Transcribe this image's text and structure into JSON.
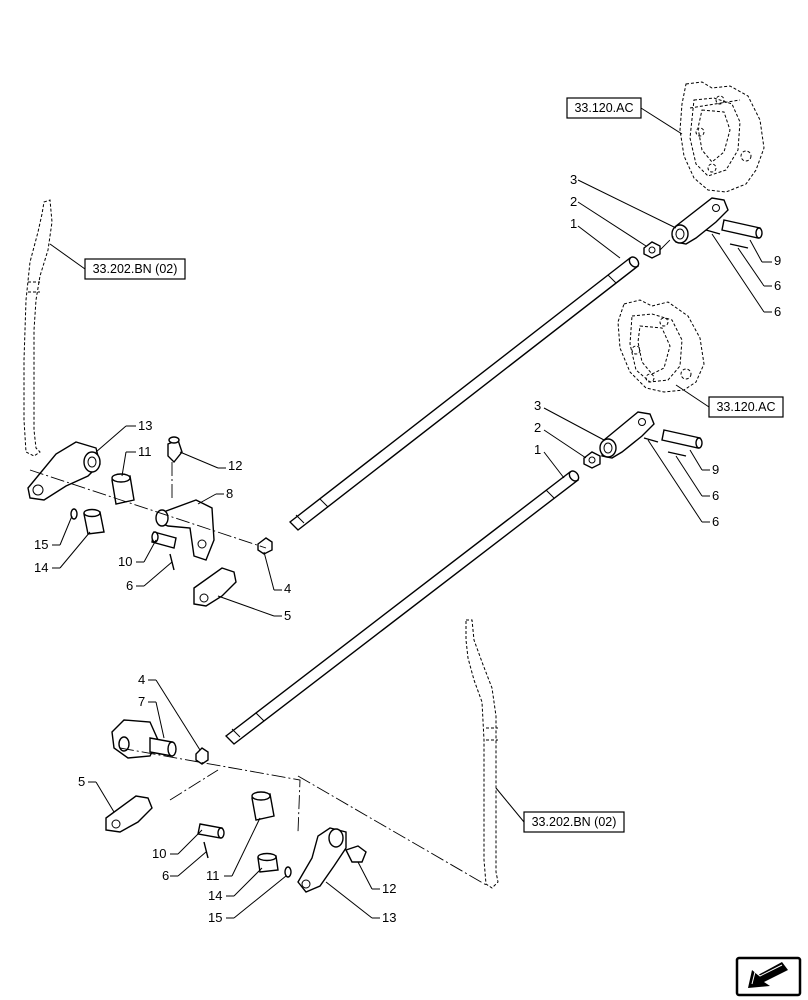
{
  "references": [
    {
      "id": "ref-top-right",
      "text": "33.120.AC"
    },
    {
      "id": "ref-mid-right",
      "text": "33.120.AC"
    },
    {
      "id": "ref-top-left",
      "text": "33.202.BN (02)"
    },
    {
      "id": "ref-bottom-center",
      "text": "33.202.BN (02)"
    }
  ],
  "callouts": {
    "c1a": "1",
    "c2a": "2",
    "c3a": "3",
    "c6a": "6",
    "c6b": "6",
    "c9a": "9",
    "c1b": "1",
    "c2b": "2",
    "c3b": "3",
    "c6c": "6",
    "c6d": "6",
    "c9b": "9",
    "c13a": "13",
    "c11a": "11",
    "c12a": "12",
    "c8a": "8",
    "c15a": "15",
    "c14a": "14",
    "c10a": "10",
    "c6e": "6",
    "c4a": "4",
    "c5a": "5",
    "c4b": "4",
    "c7a": "7",
    "c5b": "5",
    "c10b": "10",
    "c6f": "6",
    "c11b": "11",
    "c14b": "14",
    "c15b": "15",
    "c13b": "13",
    "c12b": "12"
  },
  "navigation": {
    "icon": "next-page-arrow-icon"
  }
}
